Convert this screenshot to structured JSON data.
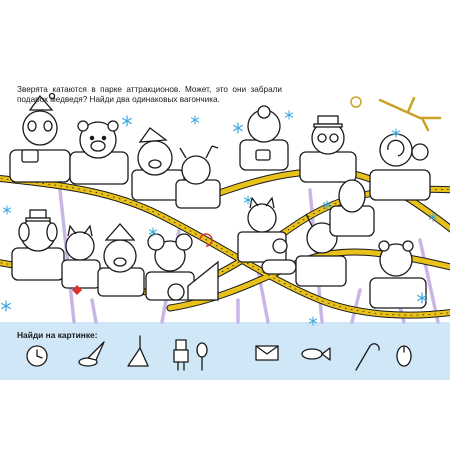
{
  "instruction_text": "Зверята катаются в парке аттракционов. Может, это они забрали подарок медведя? Найди два одинаковых вагончика.",
  "find_label": "Найди на картинке:",
  "colors": {
    "rail_yellow": "#e8c21a",
    "snow_blue": "#3aa6dc",
    "strip_blue": "#cfe7f7",
    "ink": "#1a1a1a",
    "pole_lavender": "#c9b6e6",
    "accent_red": "#d9342b"
  },
  "find_items": [
    {
      "icon": "clock-icon"
    },
    {
      "icon": "quill-pen-icon"
    },
    {
      "icon": "balalaika-icon"
    },
    {
      "icon": "nutcracker-icon"
    },
    {
      "icon": "microphone-icon"
    },
    {
      "icon": "envelope-icon"
    },
    {
      "icon": "fish-icon"
    },
    {
      "icon": "candy-cane-icon"
    },
    {
      "icon": "mouse-icon"
    }
  ],
  "illustration": {
    "scene": "roller-coaster-animals",
    "characters": [
      "bear",
      "pig",
      "deer",
      "mouse",
      "cat",
      "dog",
      "penguin",
      "snail",
      "owl",
      "sheep"
    ]
  }
}
